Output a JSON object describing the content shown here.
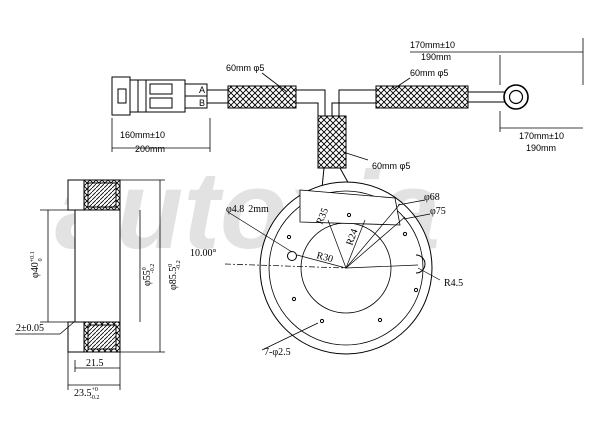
{
  "watermark": "autoxia",
  "cable": {
    "top_left_sleeve": "60mm φ5",
    "top_right_sleeve": "60mm φ5",
    "down_sleeve": "60mm φ5",
    "right_dim_top_a": "170mm±10",
    "right_dim_top_b": "190mm",
    "right_dim_bottom_a": "170mm±10",
    "right_dim_bottom_b": "190mm",
    "left_dim_a": "160mm±10",
    "left_dim_b": "200mm",
    "pin_a": "A",
    "pin_b": "B"
  },
  "coil_section": {
    "inner_dia": "φ40",
    "inner_dia_tol_hi": "+0.1",
    "inner_dia_tol_lo": "0",
    "outer_dia": "φ55",
    "outer_dia_tol_hi": "0",
    "outer_dia_tol_lo": "-0.2",
    "outer_dia2": "φ85.5",
    "outer_dia2_tol_hi": "0",
    "outer_dia2_tol_lo": "-0.2",
    "step": "2±0.05",
    "width_inner": "21.5",
    "width_total": "23.5",
    "width_tol_hi": "+0",
    "width_tol_lo": "-0.2"
  },
  "coil_plan": {
    "hole_dia": "φ4.8",
    "hole_dist": "2mm",
    "angle": "10.00°",
    "r30": "R30",
    "r35": "R35",
    "r24": "R24",
    "d68": "φ68",
    "d75": "φ75",
    "r45": "R4.5",
    "holes": "7-φ2.5"
  }
}
